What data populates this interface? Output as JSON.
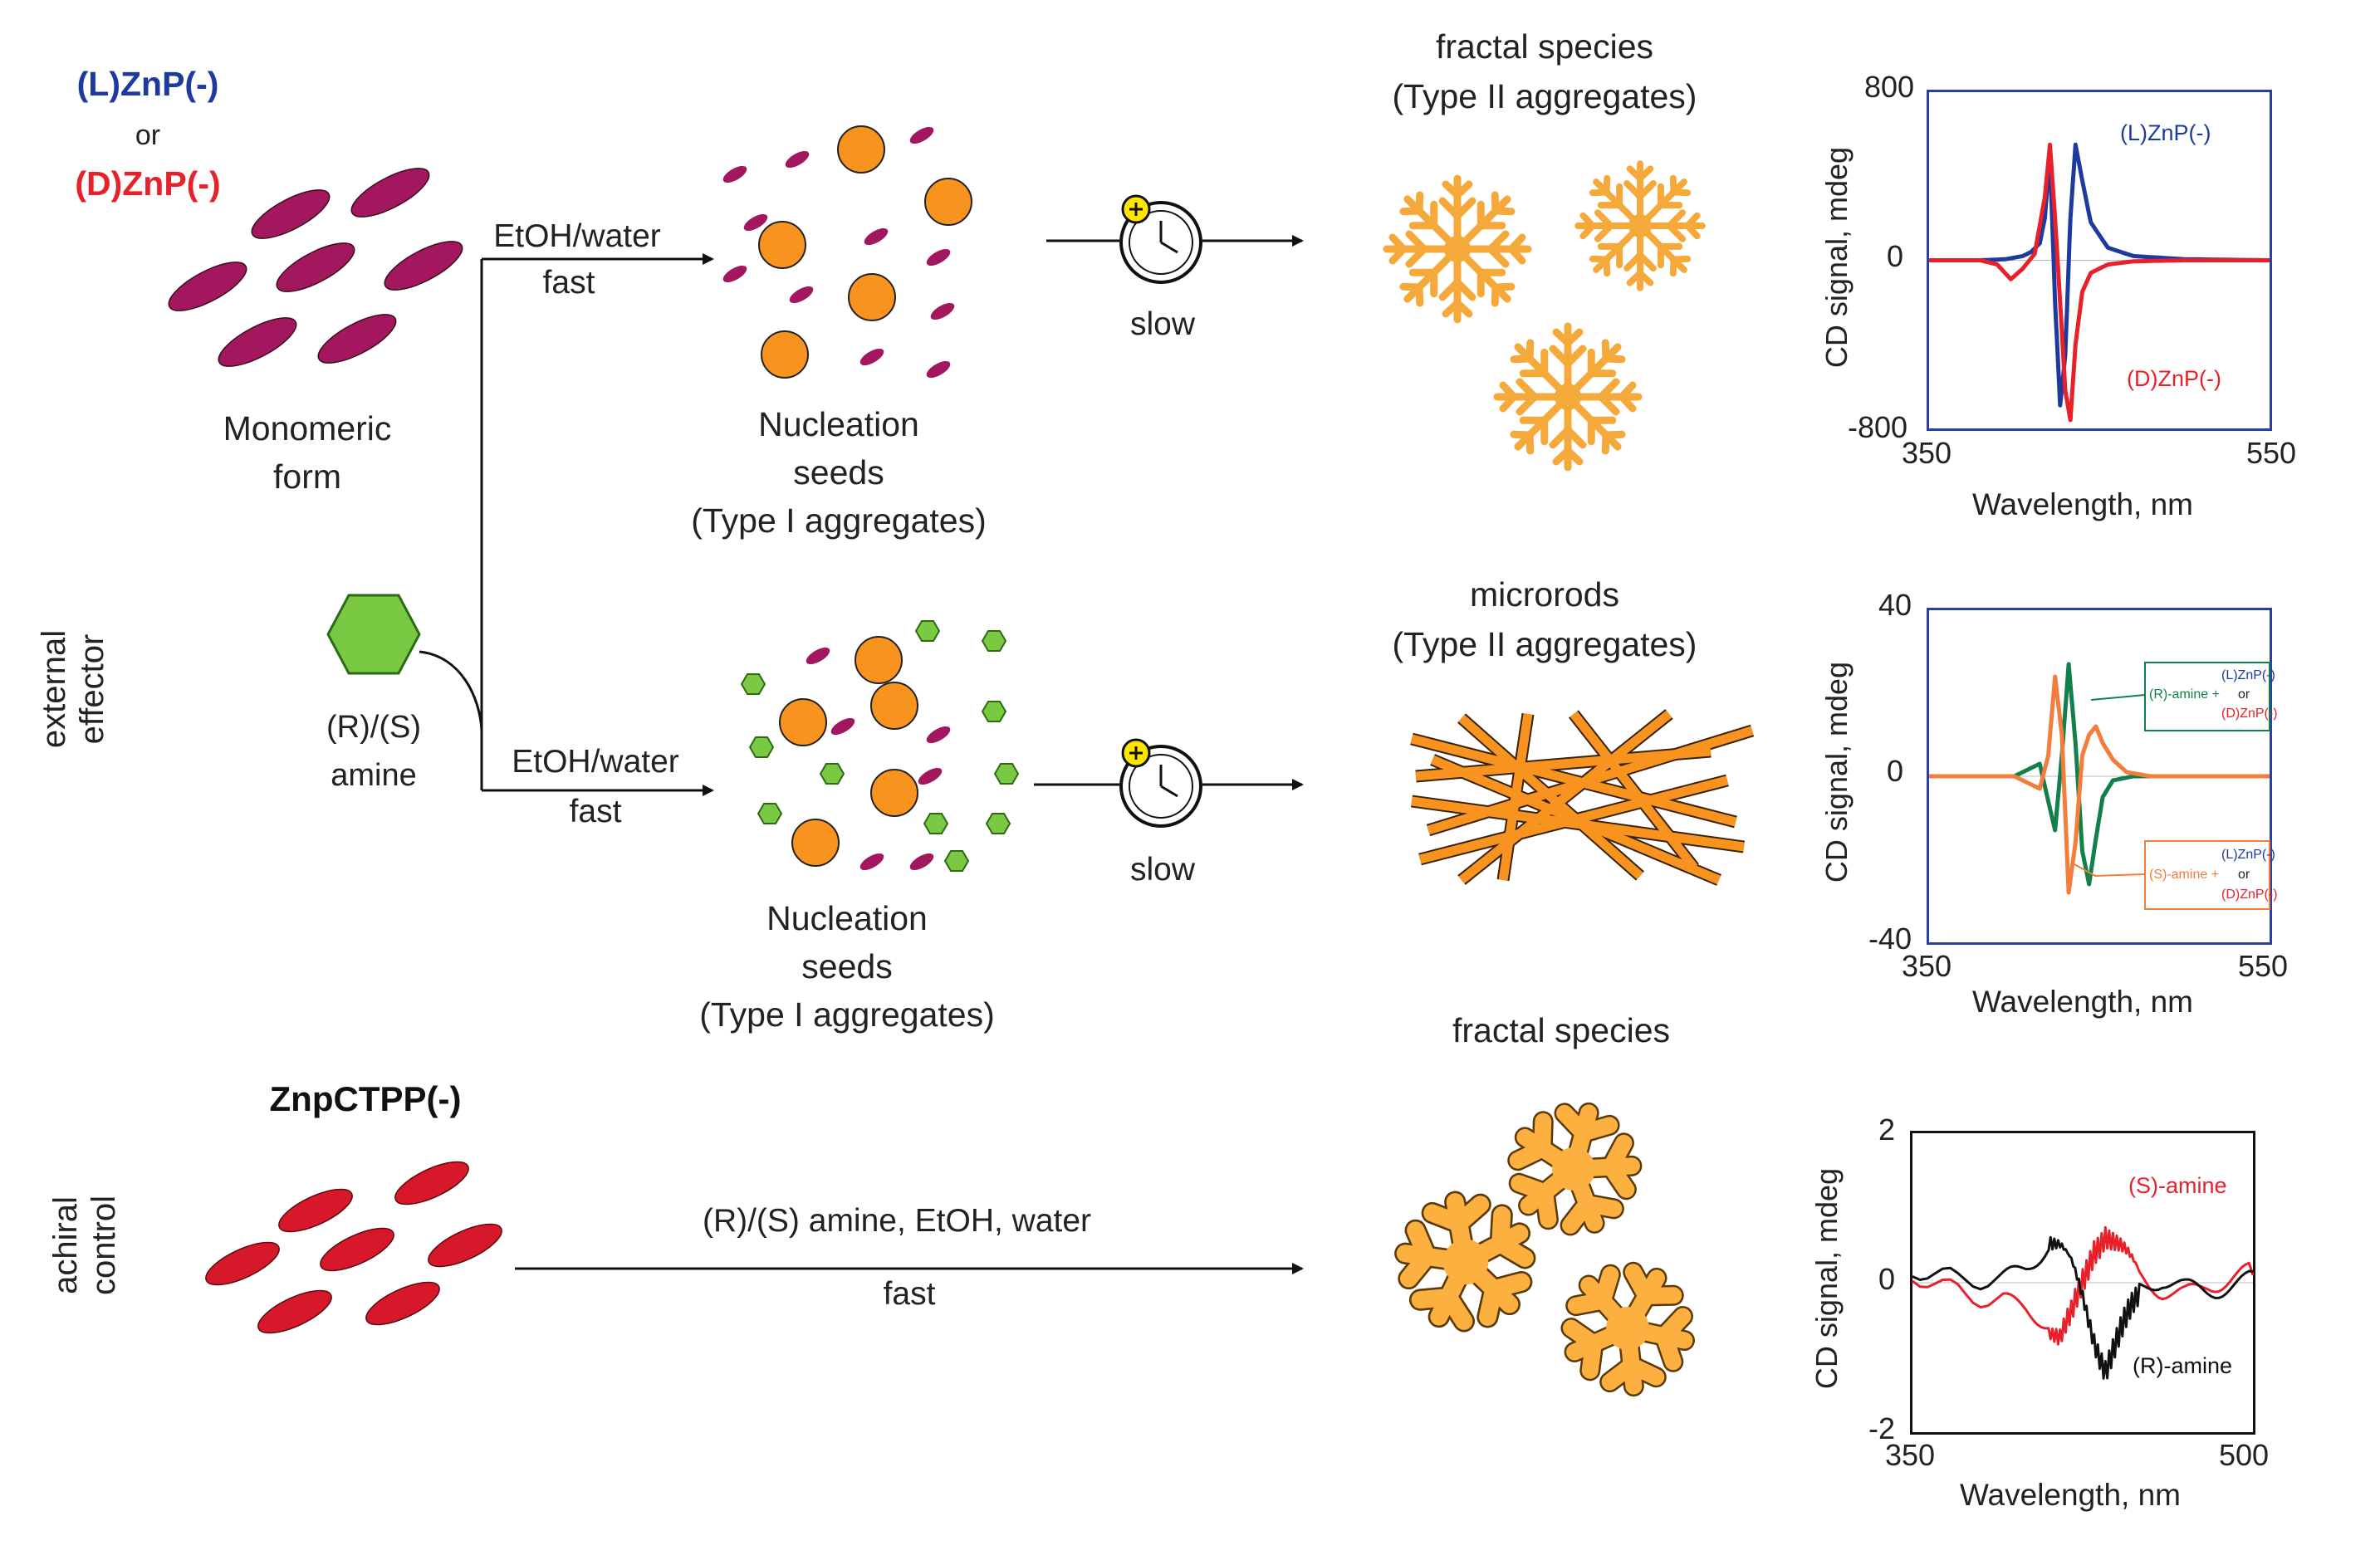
{
  "labels": {
    "l_znp": "(L)ZnP(-)",
    "or": "or",
    "d_znp": "(D)ZnP(-)",
    "monomeric_1": "Monomeric",
    "monomeric_2": "form",
    "ethanol_water": "EtOH/water",
    "fast": "fast",
    "slow": "slow",
    "nucleation_1": "Nucleation",
    "nucleation_2": "seeds",
    "nucleation_3": "(Type I aggregates)",
    "fractal_1": "fractal species",
    "type2": "(Type II aggregates)",
    "microrods": "microrods",
    "amine_1": "(R)/(S)",
    "amine_2": "amine",
    "external_1": "external",
    "external_2": "effector",
    "achiral_1": "achiral",
    "achiral_2": "control",
    "znpctpp": "ZnpCTPP(-)",
    "achiral_arrow_top": "(R)/(S) amine, EtOH, water",
    "fractal_species": "fractal species"
  },
  "colors": {
    "blue": "#1f3a9e",
    "red": "#e8202a",
    "green": "#12804a",
    "orange": "#f47c3c",
    "black": "#111111",
    "magenta": "#a3175f",
    "seed": "#f7931e",
    "hexagon": "#7ac943",
    "fractal": "#f6a93b",
    "achiral_fractal": "#fbb040",
    "achiral_ellipse": "#d7182a",
    "panel_border": "#2b3fa5"
  },
  "icons": [
    "clock-icon",
    "hexagon-icon",
    "ellipse-icon",
    "seed-circle-icon",
    "fractal-icon",
    "rod-icon"
  ],
  "chart_data": [
    {
      "type": "line",
      "xlabel": "Wavelength, nm",
      "ylabel": "CD signal, mdeg",
      "xlim": [
        350,
        550
      ],
      "ylim": [
        -800,
        800
      ],
      "xticks": [
        "350",
        "550"
      ],
      "yticks": [
        "800",
        "0",
        "-800"
      ],
      "series": [
        {
          "name": "(L)ZnP(-)",
          "color": "#1f3a9e",
          "x": [
            350,
            380,
            395,
            405,
            410,
            415,
            418,
            421,
            424,
            427,
            430,
            433,
            436,
            440,
            445,
            455,
            470,
            500,
            550
          ],
          "y": [
            0,
            0,
            5,
            20,
            40,
            80,
            200,
            500,
            -200,
            -690,
            -450,
            200,
            550,
            380,
            180,
            60,
            20,
            5,
            0
          ]
        },
        {
          "name": "(D)ZnP(-)",
          "color": "#e8202a",
          "x": [
            350,
            380,
            390,
            398,
            405,
            412,
            418,
            421,
            424,
            427,
            430,
            433,
            436,
            440,
            445,
            455,
            470,
            500,
            550
          ],
          "y": [
            0,
            0,
            -20,
            -90,
            -40,
            30,
            300,
            550,
            200,
            -200,
            -620,
            -760,
            -400,
            -150,
            -60,
            -20,
            -5,
            0,
            0
          ]
        }
      ]
    },
    {
      "type": "line",
      "xlabel": "Wavelength, nm",
      "ylabel": "CD signal, mdeg",
      "xlim": [
        350,
        550
      ],
      "ylim": [
        -40,
        40
      ],
      "xticks": [
        "350",
        "550"
      ],
      "yticks": [
        "40",
        "0",
        "-40"
      ],
      "legend_top_prefix": "(R)-amine +",
      "legend_bottom_prefix": "(S)-amine +",
      "legend_lines": [
        "(L)ZnP(-)",
        "or",
        "(D)ZnP(-)"
      ],
      "series": [
        {
          "name": "(R)-amine",
          "color": "#12804a",
          "x": [
            350,
            400,
            410,
            415,
            420,
            424,
            428,
            432,
            436,
            440,
            444,
            448,
            452,
            458,
            470,
            500,
            550
          ],
          "y": [
            0,
            0,
            2,
            3,
            -6,
            -13,
            5,
            27,
            8,
            -18,
            -26,
            -15,
            -5,
            -1,
            0,
            0,
            0
          ]
        },
        {
          "name": "(S)-amine",
          "color": "#f47c3c",
          "x": [
            350,
            400,
            410,
            415,
            420,
            424,
            428,
            432,
            436,
            440,
            444,
            448,
            452,
            458,
            466,
            480,
            500,
            550
          ],
          "y": [
            0,
            0,
            -2,
            -3,
            5,
            24,
            10,
            -28,
            -16,
            5,
            10,
            12,
            8,
            4,
            1,
            0,
            0,
            0
          ]
        }
      ]
    },
    {
      "type": "line",
      "xlabel": "Wavelength, nm",
      "ylabel": "CD signal, mdeg",
      "xlim": [
        350,
        500
      ],
      "ylim": [
        -2,
        2
      ],
      "xticks": [
        "350",
        "500"
      ],
      "yticks": [
        "2",
        "0",
        "-2"
      ],
      "series": [
        {
          "name": "(S)-amine",
          "color": "#e8202a",
          "x": [
            350,
            370,
            390,
            400,
            410,
            415,
            420,
            425,
            430,
            435,
            440,
            445,
            450,
            460,
            470,
            480,
            490,
            500
          ],
          "y": [
            0,
            0,
            -0.1,
            -0.3,
            -0.6,
            -0.8,
            -0.5,
            0,
            0.5,
            0.7,
            0.5,
            0.3,
            0.1,
            0,
            0,
            0.1,
            0.1,
            0.1
          ]
        },
        {
          "name": "(R)-amine",
          "color": "#111111",
          "x": [
            350,
            370,
            390,
            400,
            410,
            415,
            420,
            425,
            430,
            435,
            440,
            445,
            450,
            460,
            470,
            480,
            490,
            500
          ],
          "y": [
            0,
            0,
            0.2,
            0.35,
            0.6,
            0.45,
            0.2,
            -0.2,
            -0.7,
            -1.1,
            -0.8,
            -0.5,
            -0.2,
            0,
            0,
            0.05,
            0.1,
            0.15
          ]
        }
      ]
    }
  ]
}
